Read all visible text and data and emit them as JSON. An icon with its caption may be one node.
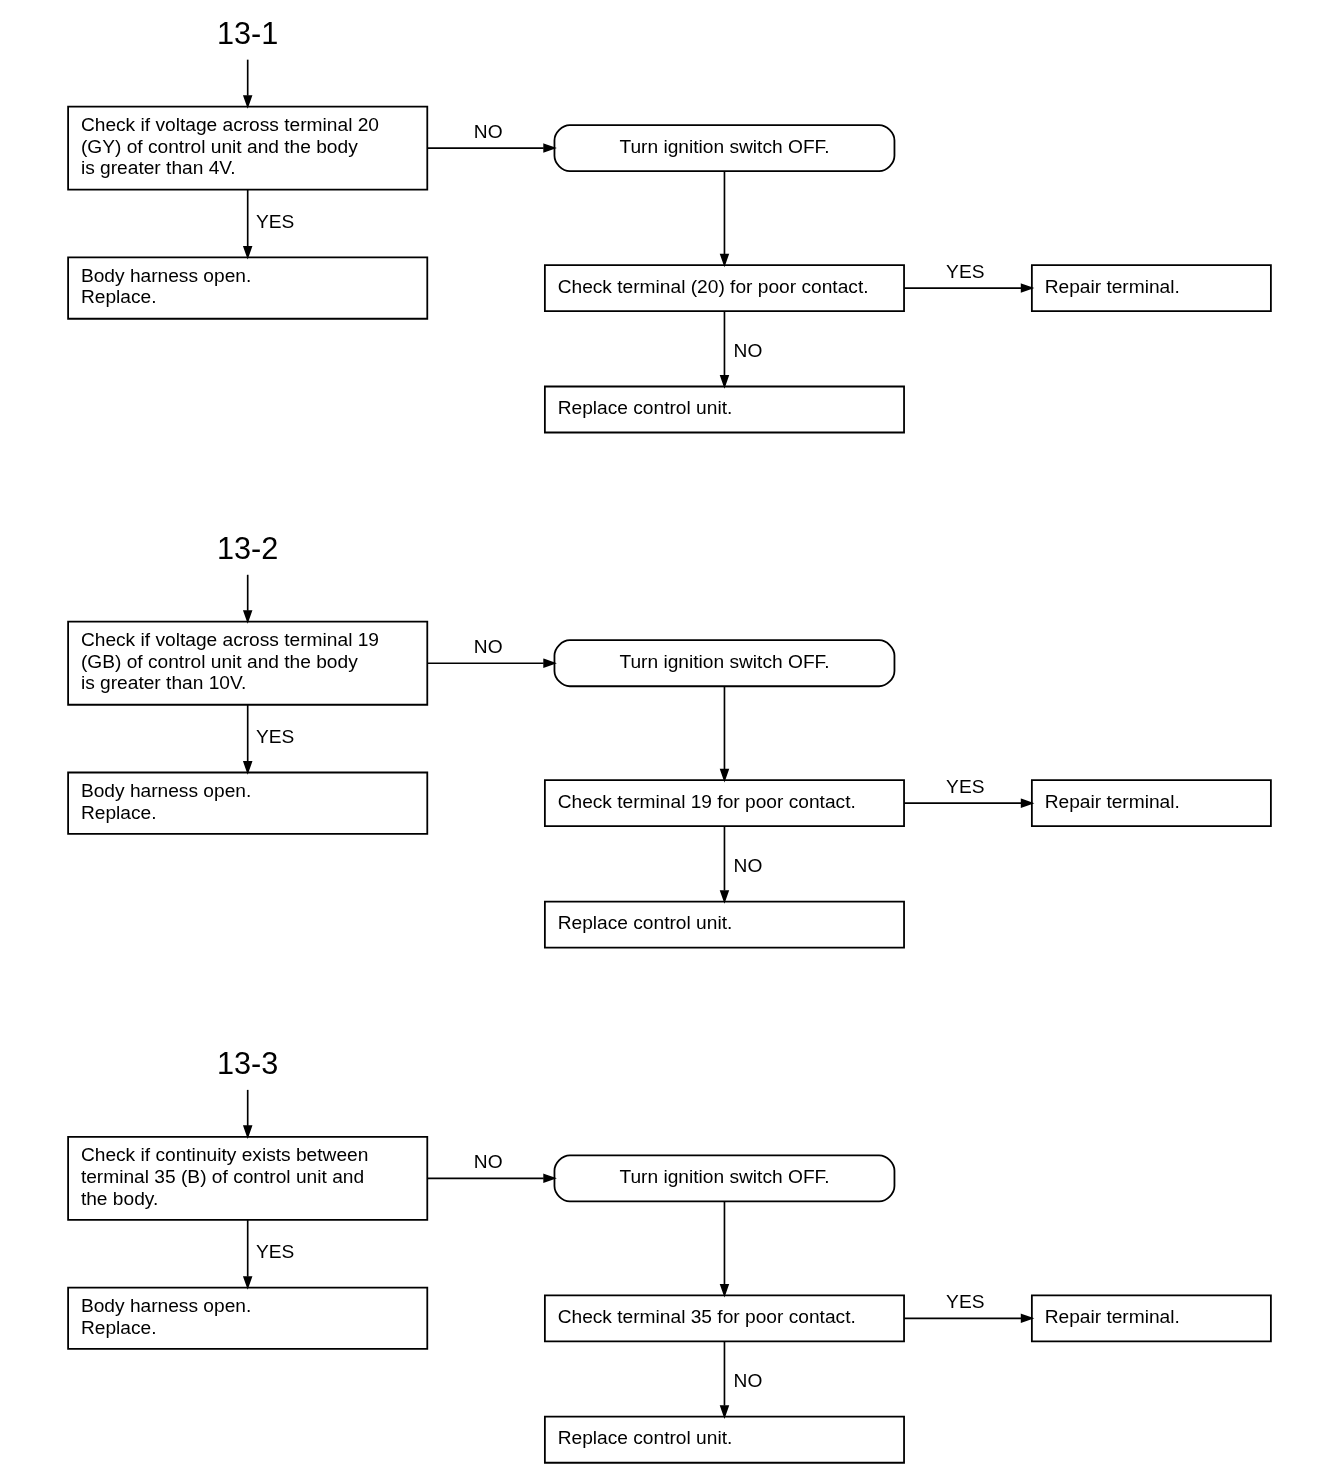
{
  "diagram": {
    "nodes": [
      {
        "text": [
          "13-1"
        ]
      },
      {
        "text": [
          "Check if voltage across terminal 20 (GY) of control unit and the body is greater than 4V."
        ]
      },
      {
        "text": [
          "Turn ignition switch OFF."
        ]
      },
      {
        "text": [
          "Body harness open. Replace."
        ]
      },
      {
        "text": [
          "Check terminal (20) for poor contact."
        ]
      },
      {
        "text": [
          "Repair terminal."
        ]
      },
      {
        "text": [
          "Replace control unit."
        ]
      },
      {
        "text": [
          "13-2"
        ]
      },
      {
        "text": [
          "Check if voltage across terminal 19 (GB) of control unit and the body is greater than 10V."
        ]
      },
      {
        "text": [
          "Turn ignition switch OFF."
        ]
      },
      {
        "text": [
          "Body harness open. Replace."
        ]
      },
      {
        "text": [
          "Check terminal 19 for poor contact."
        ]
      },
      {
        "text": [
          "Repair terminal."
        ]
      },
      {
        "text": [
          "Replace control unit."
        ]
      },
      {
        "text": [
          "13-3"
        ]
      },
      {
        "text": [
          "Check if continuity exists between terminal 35 (B) of control unit and the body."
        ]
      },
      {
        "text": [
          "Turn ignition switch OFF."
        ]
      },
      {
        "text": [
          "Body harness open. Replace."
        ]
      },
      {
        "text": [
          "Check terminal 35 for poor contact."
        ]
      },
      {
        "text": [
          "Repair terminal."
        ]
      },
      {
        "text": [
          "Replace control unit."
        ]
      }
    ],
    "edges": [
      {
        "from": 0,
        "to": 1,
        "arrow": "to"
      },
      {
        "from": 1,
        "to": 2,
        "label": "NO",
        "arrow": "to"
      },
      {
        "from": 1,
        "to": 3,
        "label": "YES",
        "arrow": "to"
      },
      {
        "from": 2,
        "to": 4,
        "arrow": "to"
      },
      {
        "from": 4,
        "to": 5,
        "label": "YES",
        "arrow": "to"
      },
      {
        "from": 4,
        "to": 6,
        "label": "NO",
        "arrow": "to"
      },
      {
        "from": 7,
        "to": 8,
        "arrow": "to"
      },
      {
        "from": 8,
        "to": 9,
        "label": "NO",
        "arrow": "to"
      },
      {
        "from": 8,
        "to": 10,
        "label": "YES",
        "arrow": "to"
      },
      {
        "from": 9,
        "to": 11,
        "arrow": "to"
      },
      {
        "from": 11,
        "to": 12,
        "label": "YES",
        "arrow": "to"
      },
      {
        "from": 11,
        "to": 13,
        "label": "NO",
        "arrow": "to"
      },
      {
        "from": 14,
        "to": 15,
        "arrow": "to"
      },
      {
        "from": 15,
        "to": 16,
        "label": "NO",
        "arrow": "to"
      },
      {
        "from": 15,
        "to": 17,
        "label": "YES",
        "arrow": "to"
      },
      {
        "from": 16,
        "to": 18,
        "arrow": "to"
      },
      {
        "from": 18,
        "to": 19,
        "label": "YES",
        "arrow": "to"
      },
      {
        "from": 18,
        "to": 20,
        "label": "NO",
        "arrow": "to"
      }
    ]
  }
}
